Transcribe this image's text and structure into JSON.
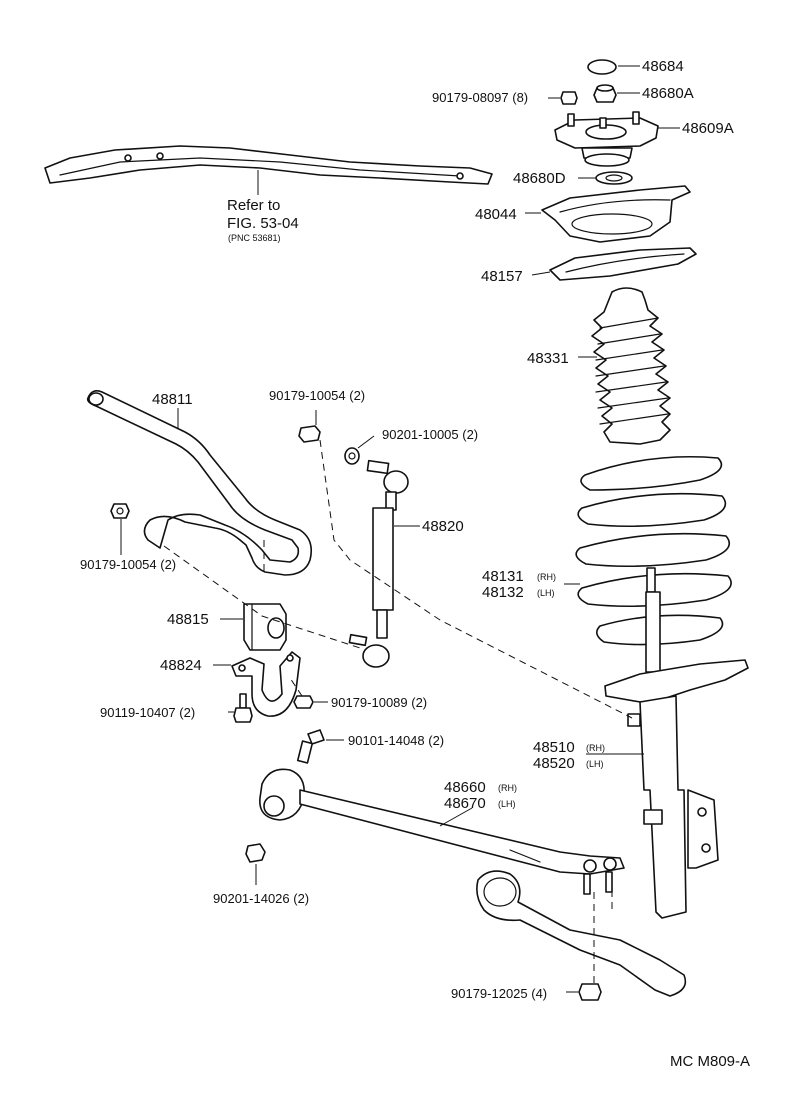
{
  "parts": {
    "p48684": "48684",
    "p48680a": "48680A",
    "p90179_08097": "90179-08097 (8)",
    "p48609a": "48609A",
    "p48680d": "48680D",
    "p48044": "48044",
    "p48157": "48157",
    "p48331": "48331",
    "p48811": "48811",
    "p90179_10054_top": "90179-10054 (2)",
    "p90201_10005": "90201-10005 (2)",
    "p48820": "48820",
    "p90179_10054_left": "90179-10054 (2)",
    "p48131": "48131",
    "p48131_side": "(RH)",
    "p48132": "48132",
    "p48132_side": "(LH)",
    "p48815": "48815",
    "p48824": "48824",
    "p90179_10089": "90179-10089 (2)",
    "p90119_10407": "90119-10407 (2)",
    "p90101_14048": "90101-14048 (2)",
    "p48510": "48510",
    "p48510_side": "(RH)",
    "p48520": "48520",
    "p48520_side": "(LH)",
    "p48660": "48660",
    "p48660_side": "(RH)",
    "p48670": "48670",
    "p48670_side": "(LH)",
    "p90201_14026": "90201-14026 (2)",
    "p90179_12025": "90179-12025 (4)"
  },
  "reference": {
    "line1": "Refer to",
    "line2": "FIG. 53-04",
    "line3": "(PNC 53681)"
  },
  "footer": {
    "code": "MC M809-A"
  }
}
